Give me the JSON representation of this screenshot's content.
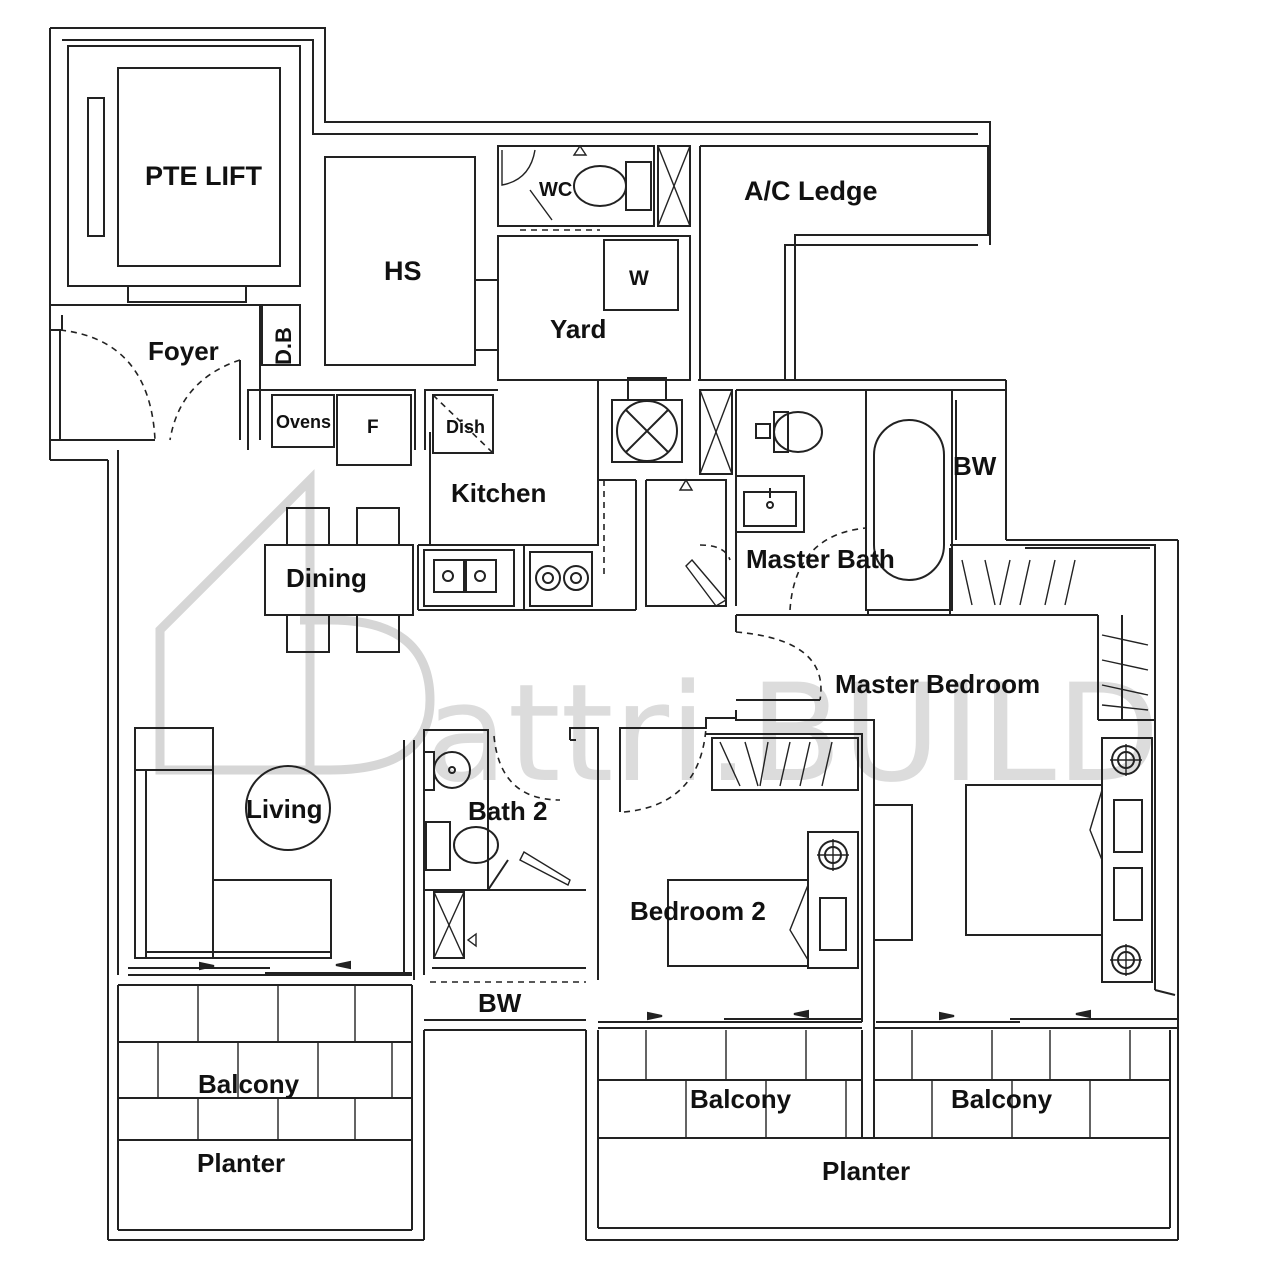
{
  "watermark": {
    "text": "attri.BUILD"
  },
  "rooms": {
    "pte_lift": "PTE LIFT",
    "hs": "HS",
    "wc": "WC",
    "ac_ledge": "A/C Ledge",
    "washer": "W",
    "yard": "Yard",
    "foyer": "Foyer",
    "db": "D.B",
    "ovens": "Ovens",
    "fridge": "F",
    "dish": "Dish",
    "kitchen": "Kitchen",
    "bw_master": "BW",
    "master_bath": "Master Bath",
    "dining": "Dining",
    "master_bedroom": "Master Bedroom",
    "living": "Living",
    "bath2": "Bath 2",
    "bedroom2": "Bedroom 2",
    "bw_lower": "BW",
    "balcony_left": "Balcony",
    "planter_left": "Planter",
    "balcony_mid": "Balcony",
    "balcony_right": "Balcony",
    "planter_right": "Planter"
  }
}
